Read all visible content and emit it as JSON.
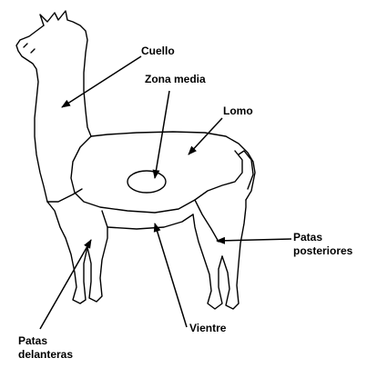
{
  "diagram": {
    "labels": {
      "cuello": "Cuello",
      "zona_media": "Zona media",
      "lomo": "Lomo",
      "patas_posteriores_1": "Patas",
      "patas_posteriores_2": "posteriores",
      "patas_delanteras_1": "Patas",
      "patas_delanteras_2": "delanteras",
      "vientre": "Vientre"
    },
    "colors": {
      "line": "#000000",
      "background": "#ffffff"
    }
  }
}
